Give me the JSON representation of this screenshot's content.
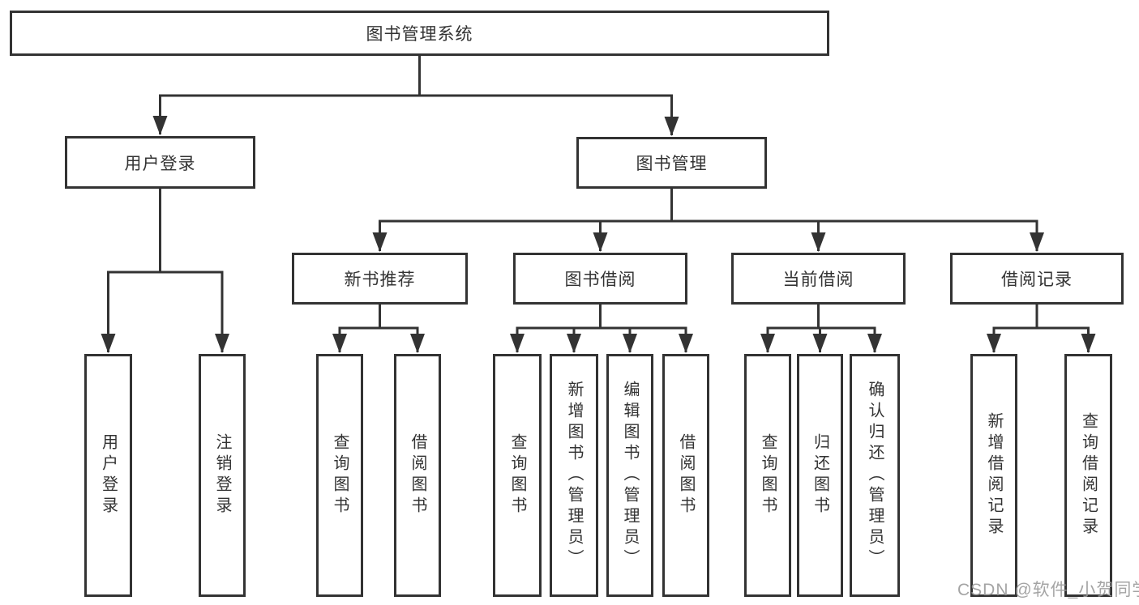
{
  "diagram": {
    "root": {
      "label": "图书管理系统"
    },
    "branches": [
      {
        "label": "用户登录",
        "children": [
          {
            "label": "用户登录"
          },
          {
            "label": "注销登录"
          }
        ]
      },
      {
        "label": "图书管理",
        "sections": [
          {
            "label": "新书推荐",
            "children": [
              {
                "label": "查询图书"
              },
              {
                "label": "借阅图书"
              }
            ]
          },
          {
            "label": "图书借阅",
            "children": [
              {
                "label": "查询图书"
              },
              {
                "label": "新增图书（管理员）"
              },
              {
                "label": "编辑图书（管理员）"
              },
              {
                "label": "借阅图书"
              }
            ]
          },
          {
            "label": "当前借阅",
            "children": [
              {
                "label": "查询图书"
              },
              {
                "label": "归还图书"
              },
              {
                "label": "确认归还（管理员）"
              }
            ]
          },
          {
            "label": "借阅记录",
            "children": [
              {
                "label": "新增借阅记录"
              },
              {
                "label": "查询借阅记录"
              }
            ]
          }
        ]
      }
    ]
  },
  "watermark": {
    "text": "CSDN @软件_小贺同学",
    "color": "#9b9b9b"
  },
  "colors": {
    "line": "#333333",
    "text": "#333333",
    "background": "#ffffff"
  }
}
